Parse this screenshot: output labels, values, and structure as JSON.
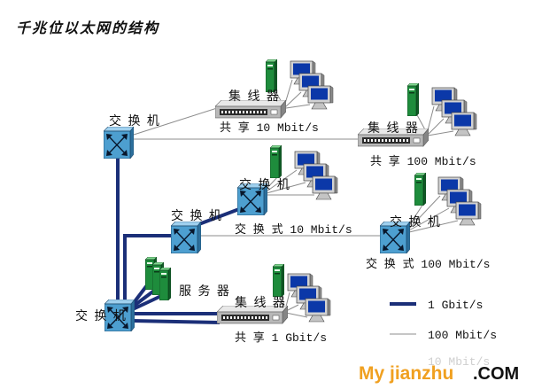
{
  "title": "千兆位以太网的结构",
  "colors": {
    "gigabit_line": "#1b2f78",
    "fast_line": "#8c8c8c",
    "switch": "#4d9fd0",
    "screen": "#0b38a8",
    "tower": "#1e8c3c",
    "watermark_brand": "#f0a020",
    "watermark_suffix": "#111111"
  },
  "icons": {
    "switch": "switch-icon",
    "hub": "hub-icon",
    "workstation": "workstation-icon",
    "server": "server-icon"
  },
  "switches": {
    "top_left": {
      "label": "交 换 机"
    },
    "middle_upper": {
      "label": "交 换 机"
    },
    "middle_left": {
      "label": "交 换 机",
      "caption": "交 换 式 10 Mbit/s"
    },
    "right": {
      "label": "交 换 机",
      "caption": "交 换 式 100 Mbit/s"
    },
    "bottom_left": {
      "label": "交 换 机"
    }
  },
  "hubs": {
    "top": {
      "label": "集 线 器",
      "caption": "共 享 10 Mbit/s"
    },
    "right": {
      "label": "集 线 器",
      "caption": "共 享 100 Mbit/s"
    },
    "bottom": {
      "label": "集 线 器",
      "caption": "共 享 1 Gbit/s"
    }
  },
  "servers": {
    "label": "服 务 器"
  },
  "legend": {
    "gigabit": "1 Gbit/s",
    "fast": "100 Mbit/s",
    "ten": "10 Mbit/s"
  },
  "watermark": {
    "brand": "My jianzhu",
    "suffix": ".COM"
  }
}
